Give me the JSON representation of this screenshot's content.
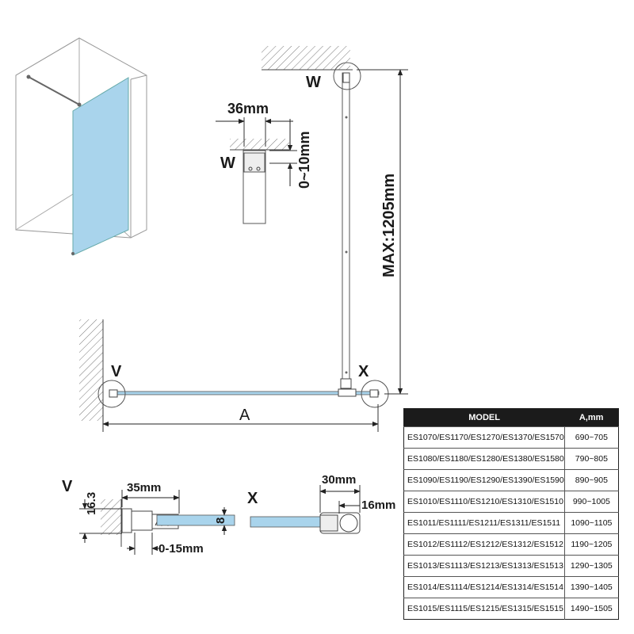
{
  "labels": {
    "w_top": "W",
    "w_detail": "W",
    "v_plan": "V",
    "x_plan": "X",
    "v_detail": "V",
    "x_detail": "X",
    "a_dim": "A"
  },
  "dimensions": {
    "max_height": "MAX:1205mm",
    "w_width": "36mm",
    "w_gap": "0~10mm",
    "v_width": "35mm",
    "v_height": "16.3",
    "v_adjust": "0-15mm",
    "glass_thickness": "8",
    "x_width": "30mm",
    "x_offset": "16mm"
  },
  "table": {
    "header_model": "MODEL",
    "header_a": "A,mm",
    "rows": [
      {
        "model": "ES1070/ES1170/ES1270/ES1370/ES1570",
        "a": "690~705"
      },
      {
        "model": "ES1080/ES1180/ES1280/ES1380/ES1580",
        "a": "790~805"
      },
      {
        "model": "ES1090/ES1190/ES1290/ES1390/ES1590",
        "a": "890~905"
      },
      {
        "model": "ES1010/ES1110/ES1210/ES1310/ES1510",
        "a": "990~1005"
      },
      {
        "model": "ES1011/ES1111/ES1211/ES1311/ES1511",
        "a": "1090~1105"
      },
      {
        "model": "ES1012/ES1112/ES1212/ES1312/ES1512",
        "a": "1190~1205"
      },
      {
        "model": "ES1013/ES1113/ES1213/ES1313/ES1513",
        "a": "1290~1305"
      },
      {
        "model": "ES1014/ES1114/ES1214/ES1314/ES1514",
        "a": "1390~1405"
      },
      {
        "model": "ES1015/ES1115/ES1215/ES1315/ES1515",
        "a": "1490~1505"
      }
    ]
  },
  "colors": {
    "glass": "#a9d4ec",
    "line": "#333333"
  }
}
